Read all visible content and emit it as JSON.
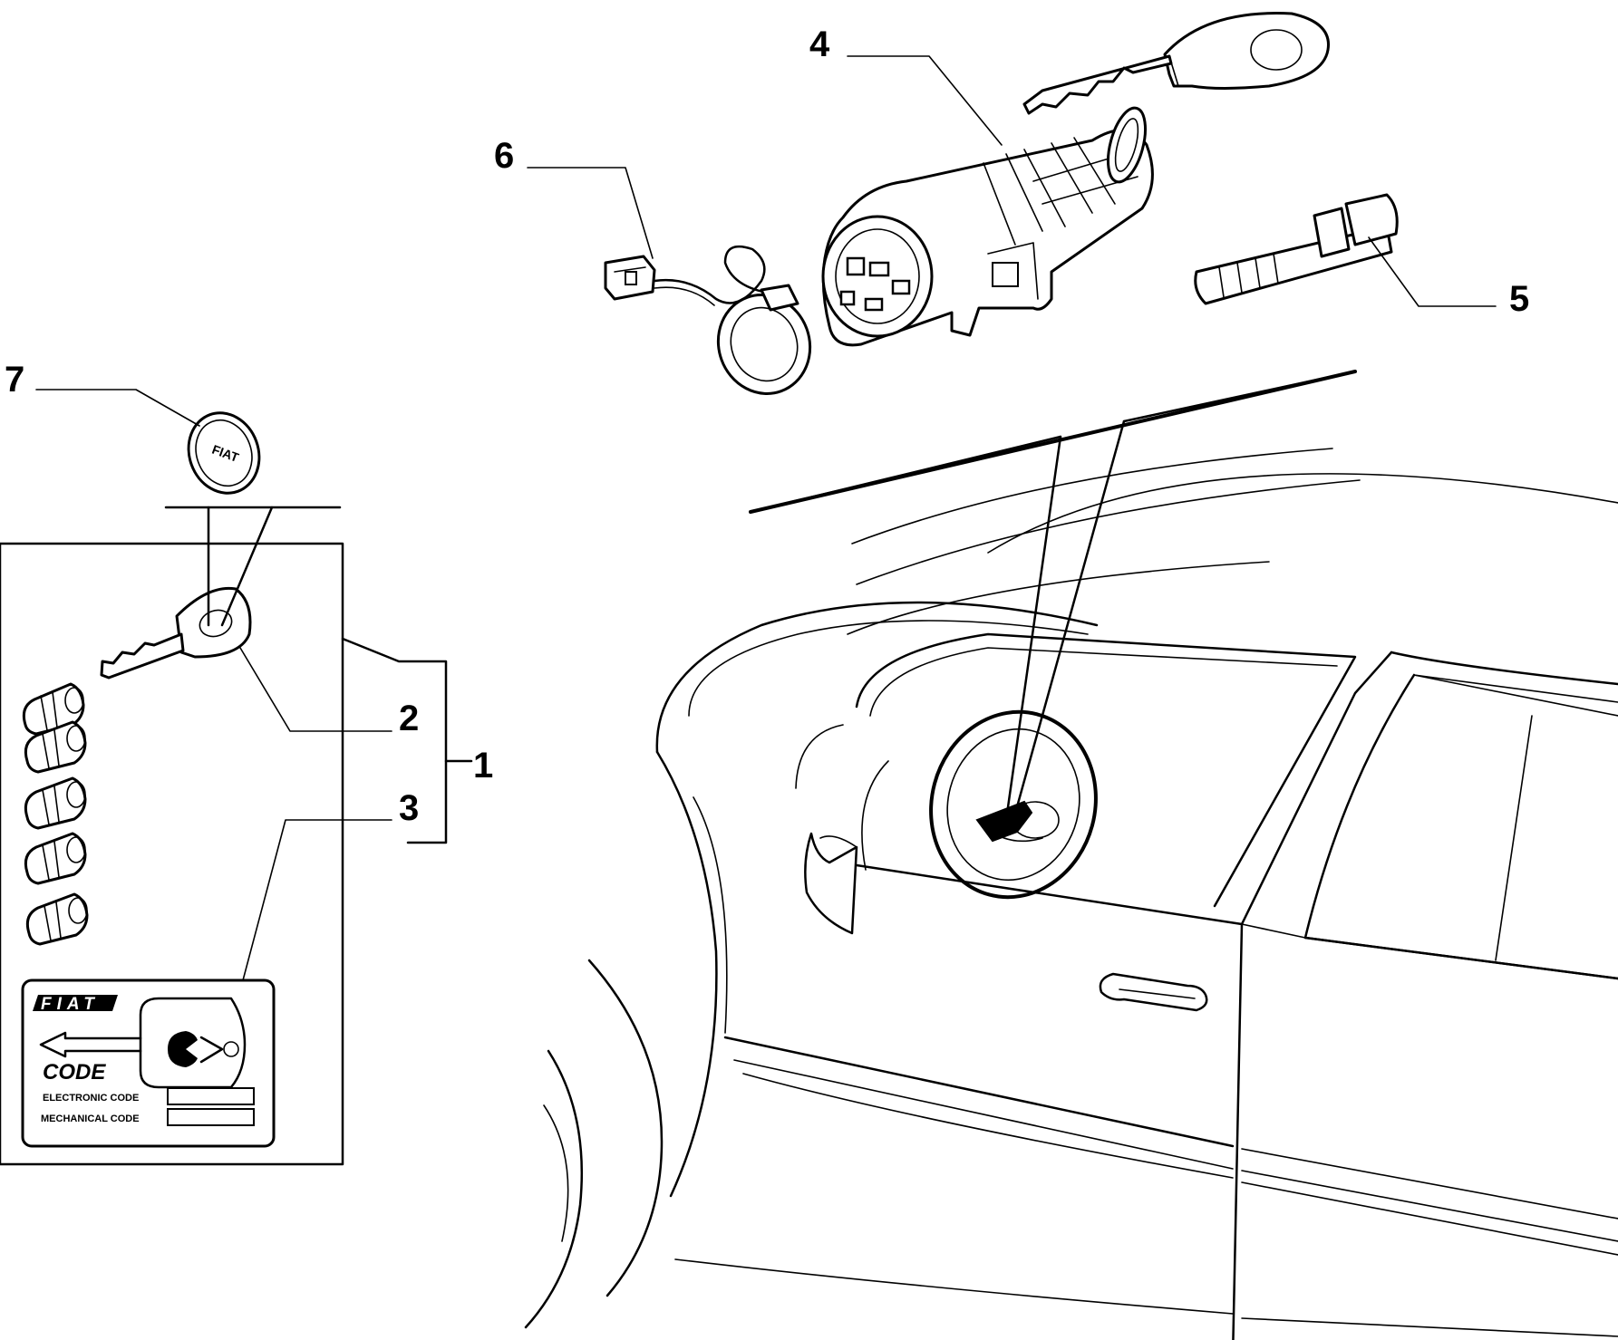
{
  "callouts": {
    "c1": "1",
    "c2": "2",
    "c3": "3",
    "c4": "4",
    "c5": "5",
    "c6": "6",
    "c7": "7"
  },
  "emblem_text": "FIAT",
  "code_tag": {
    "brand": "FIAT",
    "code_label": "CODE",
    "electronic_label": "ELECTRONIC CODE",
    "mechanical_label": "MECHANICAL CODE"
  },
  "icons": [
    "ignition-lock-cylinder",
    "key",
    "connector-harness",
    "bolt",
    "emblem",
    "lock-barrel",
    "code-card",
    "car-side-view"
  ]
}
